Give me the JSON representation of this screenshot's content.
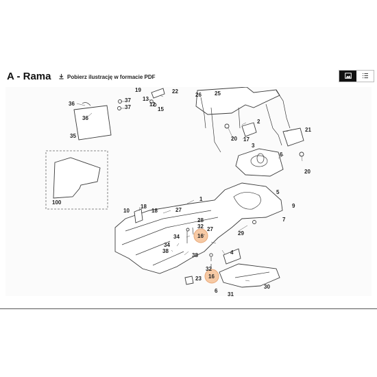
{
  "header": {
    "title": "A - Rama",
    "pdf_link_label": "Pobierz ilustrację w formacie PDF",
    "download_icon": "download-icon",
    "view_toggle": {
      "image_view_icon": "image-icon",
      "list_view_icon": "list-icon",
      "active": "image"
    }
  },
  "diagram": {
    "highlight_color": "#f6c9a4",
    "highlighted_parts": [
      "16",
      "16"
    ],
    "callouts": {
      "c36a": "36",
      "c36b": "36",
      "c35": "35",
      "c37a": "37",
      "c37b": "37",
      "c19": "19",
      "c13": "13",
      "c12": "12",
      "c15": "15",
      "c22": "22",
      "c26": "26",
      "c25": "25",
      "c17": "17",
      "c2": "2",
      "c20a": "20",
      "c21": "21",
      "c3": "3",
      "c6": "6",
      "c20b": "20",
      "c100": "100",
      "c10": "10",
      "c18a": "18",
      "c18b": "18",
      "c27a": "27",
      "c1": "1",
      "c5": "5",
      "c9": "9",
      "c7": "7",
      "c28": "28",
      "c32a": "32",
      "c34a": "34",
      "c34b": "34",
      "c16a": "16",
      "c27b": "27",
      "c29": "29",
      "c38a": "38",
      "c38b": "38",
      "c4": "4",
      "c32b": "32",
      "c16b": "16",
      "c23": "23",
      "c30": "30",
      "c6b": "6",
      "c31": "31"
    }
  }
}
